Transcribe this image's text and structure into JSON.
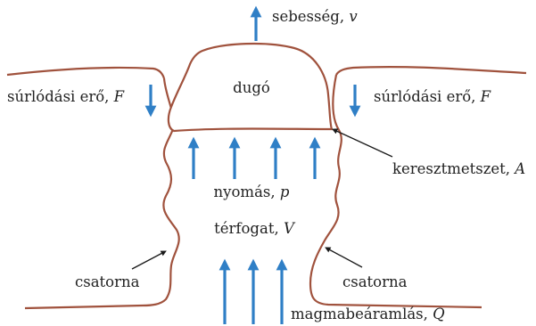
{
  "colors": {
    "conduit": "#a0523d",
    "arrow": "#2f7fc6",
    "pointer": "#1a1a1a",
    "text": "#222222"
  },
  "labels": {
    "velocity": {
      "text": "sebesség, ",
      "var": "v"
    },
    "friction_left": {
      "text": "súrlódási erő, ",
      "var": "F"
    },
    "friction_right": {
      "text": "súrlódási erő, ",
      "var": "F"
    },
    "plug": {
      "text": "dugó"
    },
    "cross_section": {
      "text": "keresztmetszet, ",
      "var": "A"
    },
    "pressure": {
      "text": "nyomás, ",
      "var": "p"
    },
    "volume": {
      "text": "térfogat, ",
      "var": "V"
    },
    "conduit_left": {
      "text": "csatorna"
    },
    "conduit_right": {
      "text": "csatorna"
    },
    "magma_inflow": {
      "text": "magmabeáramlás, ",
      "var": "Q"
    }
  }
}
